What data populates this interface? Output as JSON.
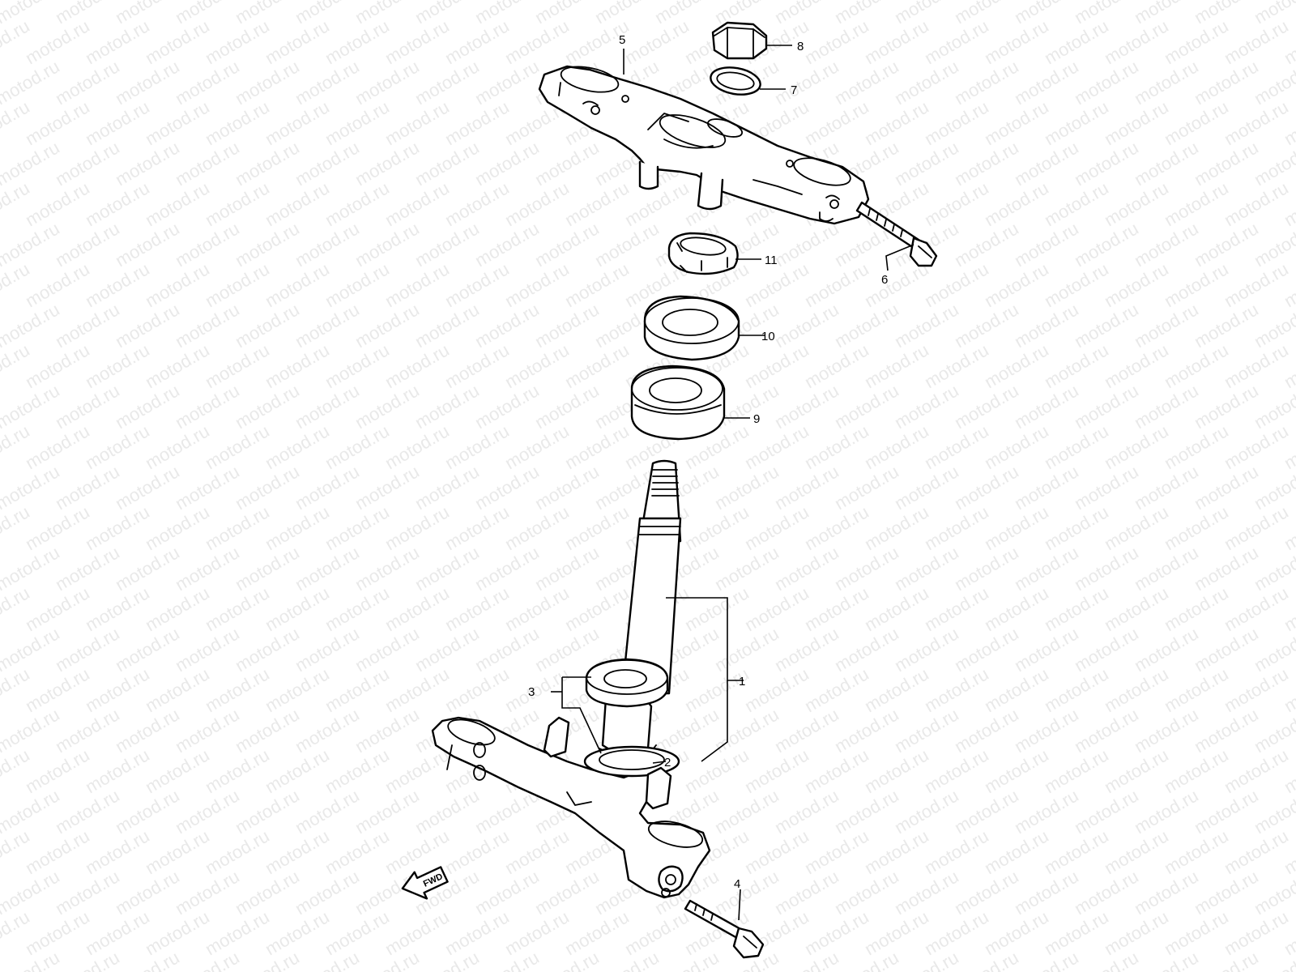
{
  "watermark": {
    "text": "motod.ru"
  },
  "callouts": [
    {
      "id": "1",
      "label": "1"
    },
    {
      "id": "2",
      "label": "2"
    },
    {
      "id": "3",
      "label": "3"
    },
    {
      "id": "4",
      "label": "4"
    },
    {
      "id": "5",
      "label": "5"
    },
    {
      "id": "6",
      "label": "6"
    },
    {
      "id": "7",
      "label": "7"
    },
    {
      "id": "8",
      "label": "8"
    },
    {
      "id": "9",
      "label": "9"
    },
    {
      "id": "10",
      "label": "10"
    },
    {
      "id": "11",
      "label": "11"
    }
  ],
  "fwd_arrow": {
    "label": "FWD"
  }
}
